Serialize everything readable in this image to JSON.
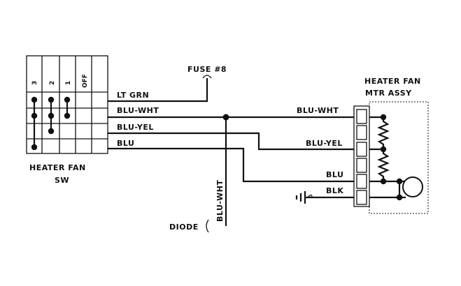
{
  "diagram": {
    "switch": {
      "label_line1": "HEATER FAN",
      "label_line2": "SW",
      "positions": [
        "3",
        "2",
        "1",
        "OFF"
      ]
    },
    "motor": {
      "label_line1": "HEATER FAN",
      "label_line2": "MTR ASSY"
    },
    "fuse_label": "FUSE #8",
    "diode_label": "DIODE",
    "wires": {
      "lt_grn": "LT GRN",
      "blu_wht_left": "BLU-WHT",
      "blu_yel_left": "BLU-YEL",
      "blu_left": "BLU",
      "blu_wht_right": "BLU-WHT",
      "blu_yel_right": "BLU-YEL",
      "blu_right": "BLU",
      "blk": "BLK",
      "blu_wht_vertical": "BLU-WHT"
    }
  }
}
